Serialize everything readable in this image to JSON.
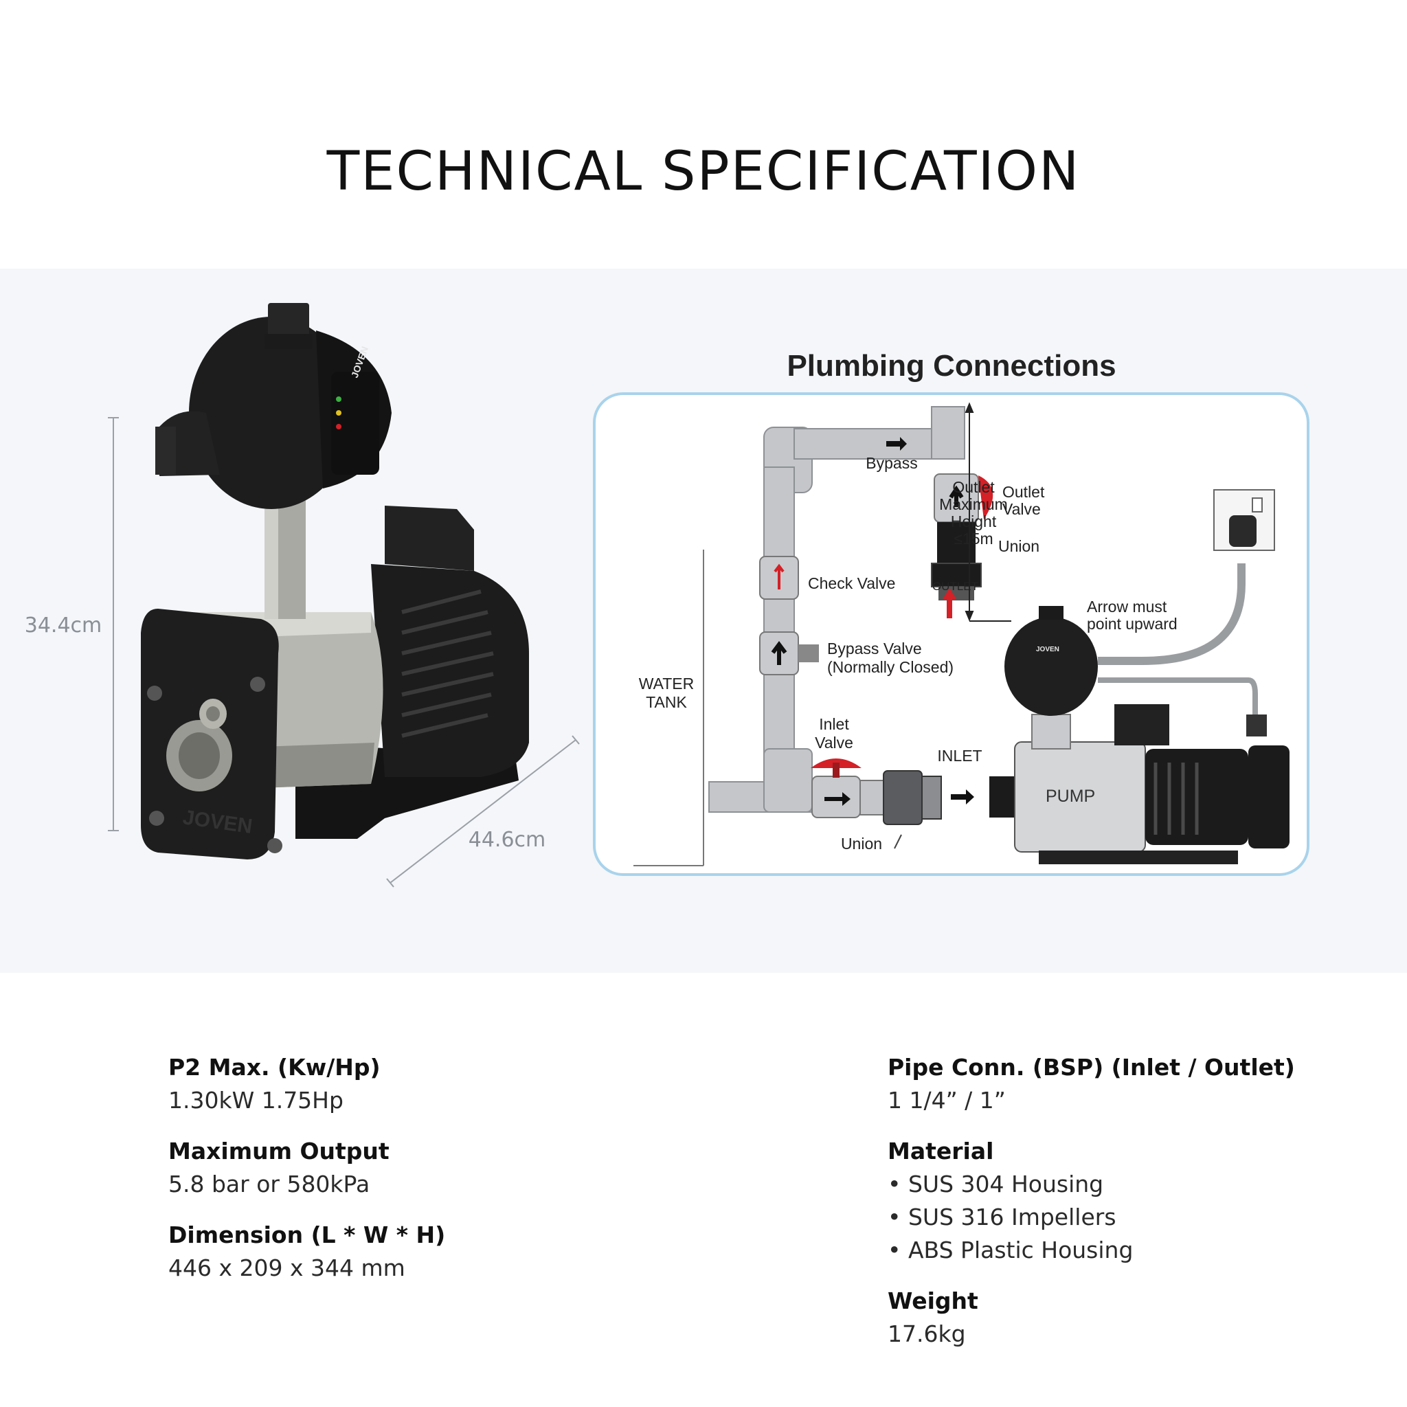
{
  "title": "TECHNICAL SPECIFICATION",
  "product": {
    "height_label": "34.4cm",
    "length_label": "44.6cm",
    "brand_mark": "JOVEN"
  },
  "diagram": {
    "title": "Plumbing Connections",
    "labels": {
      "bypass": "Bypass",
      "outlet_max_1": "Outlet",
      "outlet_max_2": "Maximum",
      "outlet_max_3": "Height",
      "outlet_max_4": "≤15m",
      "outlet_valve_1": "Outlet",
      "outlet_valve_2": "Valve",
      "union_top": "Union",
      "check_valve": "Check Valve",
      "outlet": "OUTLET",
      "arrow_note_1": "Arrow must",
      "arrow_note_2": "point upward",
      "bypass_valve_1": "Bypass Valve",
      "bypass_valve_2": "(Normally Closed)",
      "water_tank_1": "WATER",
      "water_tank_2": "TANK",
      "inlet_valve_1": "Inlet",
      "inlet_valve_2": "Valve",
      "inlet": "INLET",
      "pump": "PUMP",
      "union_bottom": "Union"
    },
    "colors": {
      "frame": "#a9d3ec",
      "valve_red": "#d42027",
      "pipe": "#c4c6c9"
    }
  },
  "specs": {
    "left": [
      {
        "label": "P2 Max. (Kw/Hp)",
        "value": "1.30kW 1.75Hp"
      },
      {
        "label": "Maximum Output",
        "value": "5.8 bar or 580kPa"
      },
      {
        "label": "Dimension (L * W * H)",
        "value": "446 x 209 x 344 mm"
      }
    ],
    "right": {
      "pipe": {
        "label": "Pipe Conn. (BSP) (Inlet / Outlet)",
        "value": "1 1/4” / 1”"
      },
      "material": {
        "label": "Material",
        "items": [
          "SUS 304 Housing",
          "SUS 316 Impellers",
          "ABS Plastic Housing"
        ]
      },
      "weight": {
        "label": "Weight",
        "value": "17.6kg"
      }
    }
  }
}
